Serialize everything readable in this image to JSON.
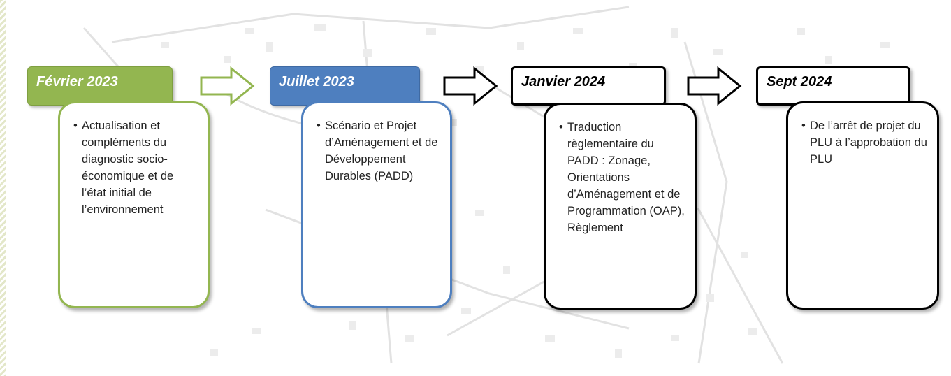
{
  "steps": [
    {
      "date": "Février 2023",
      "text": "Actualisation et compléments du diagnostic socio-économique et de l’état initial de l’environnement"
    },
    {
      "date": "Juillet 2023",
      "text": "Scénario et Projet d’Aménagement et de Développement Durables (PADD)"
    },
    {
      "date": "Janvier 2024",
      "text": "Traduction règlementaire du PADD : Zonage, Orientations d’Aménagement et de Programmation (OAP), Règlement"
    },
    {
      "date": "Sept 2024",
      "text": "De l’arrêt de projet du PLU à l’approbation du PLU"
    }
  ],
  "colors": {
    "green": "#93b650",
    "blue": "#4e7fbf",
    "black": "#000000",
    "map_lines": "#d9d9d9"
  },
  "icons": [
    "right-arrow-icon"
  ]
}
